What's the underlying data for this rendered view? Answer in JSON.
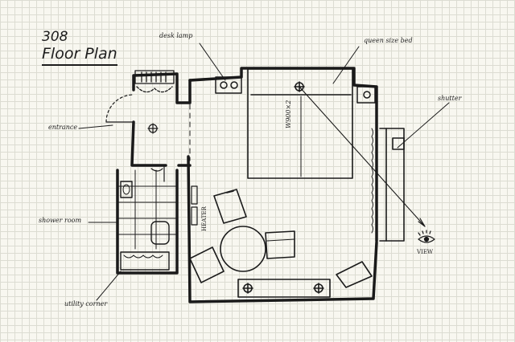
{
  "title": {
    "number": "308",
    "text": "Floor Plan"
  },
  "labels": {
    "desk_lamp": "desk lamp",
    "queen_bed": "queen size bed",
    "entrance": "entrance",
    "shutter": "shutter",
    "shower_room": "shower room",
    "utility_corner": "utility corner",
    "view": "VIEW",
    "bed_size": "W900×2",
    "heater": "HEATER"
  }
}
